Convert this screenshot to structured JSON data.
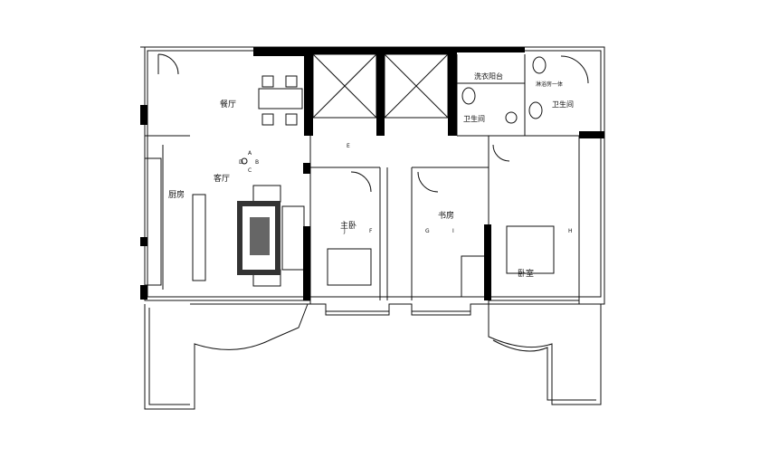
{
  "rooms": {
    "dining": "餐厅",
    "living": "客厅",
    "kitchen": "厨房",
    "master_bedroom": "主卧",
    "study": "书房",
    "bedroom": "卧室",
    "bathroom_1": "卫生间",
    "bathroom_2": "卫生间",
    "laundry": "洗衣阳台",
    "corridor_note": "淋浴房一体"
  },
  "markers": {
    "elevation_a": "A",
    "elevation_b": "B",
    "elevation_c": "C",
    "elevation_d": "D",
    "elev_e": "E",
    "elev_f": "F",
    "elev_g": "G",
    "elev_h": "H",
    "elev_i": "I",
    "elev_j": "J"
  },
  "colors": {
    "wall": "#000000",
    "line": "#111111",
    "background": "#ffffff"
  }
}
